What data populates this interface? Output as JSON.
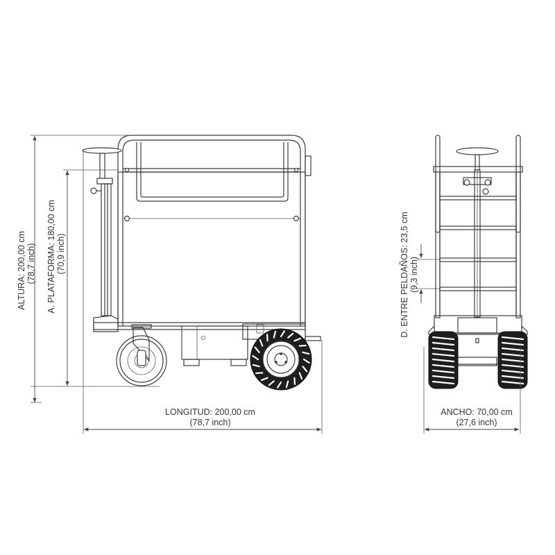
{
  "dimensions": {
    "altura": {
      "label": "ALTURA: 200,00 cm",
      "sub": "(78,7 inch)"
    },
    "plataforma": {
      "label": "A. PLATAFORMA: 180,00 cm",
      "sub": "(70,9 inch)"
    },
    "longitud": {
      "label": "LONGITUD: 200,00 cm",
      "sub": "(78,7 inch)"
    },
    "peldanos": {
      "label": "D. ENTRE PELDAÑOS: 23,5 cm",
      "sub": "(9,3 inch)"
    },
    "ancho": {
      "label": "ANCHO: 70,00 cm",
      "sub": "(27,6 inch)"
    }
  },
  "colors": {
    "line": "#3a3a3a",
    "tire": "#1e1e1e",
    "text": "#333333"
  }
}
